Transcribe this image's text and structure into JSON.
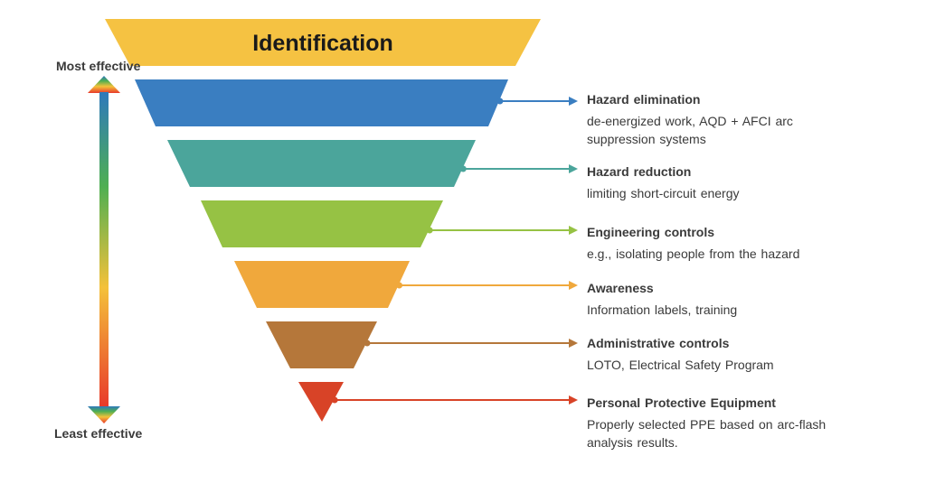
{
  "title": "Identification",
  "most_effective": "Most effective",
  "least_effective": "Least effective",
  "colors": {
    "identification": "#F5C242",
    "arrow_top": "#2E79BC",
    "arrow_mid_green": "#4FAF52",
    "arrow_mid_yellow": "#F4C13A",
    "arrow_bottom": "#E8392A"
  },
  "levels": [
    {
      "title": "Hazard elimination",
      "lines": [
        "de-energized work, AQD + AFCI arc",
        "suppression systems"
      ],
      "color": "#3A7EC1"
    },
    {
      "title": "Hazard reduction",
      "lines": [
        "limiting short-circuit energy"
      ],
      "color": "#4BA59B"
    },
    {
      "title": "Engineering controls",
      "lines": [
        "e.g., isolating people from the hazard"
      ],
      "color": "#96C244"
    },
    {
      "title": "Awareness",
      "lines": [
        "Information labels, training"
      ],
      "color": "#F0A83C"
    },
    {
      "title": "Administrative controls",
      "lines": [
        "LOTO, Electrical Safety Program"
      ],
      "color": "#B5773A"
    },
    {
      "title": "Personal Protective Equipment",
      "lines": [
        "Properly selected PPE based on arc-flash",
        "analysis results."
      ],
      "color": "#D84327"
    }
  ]
}
